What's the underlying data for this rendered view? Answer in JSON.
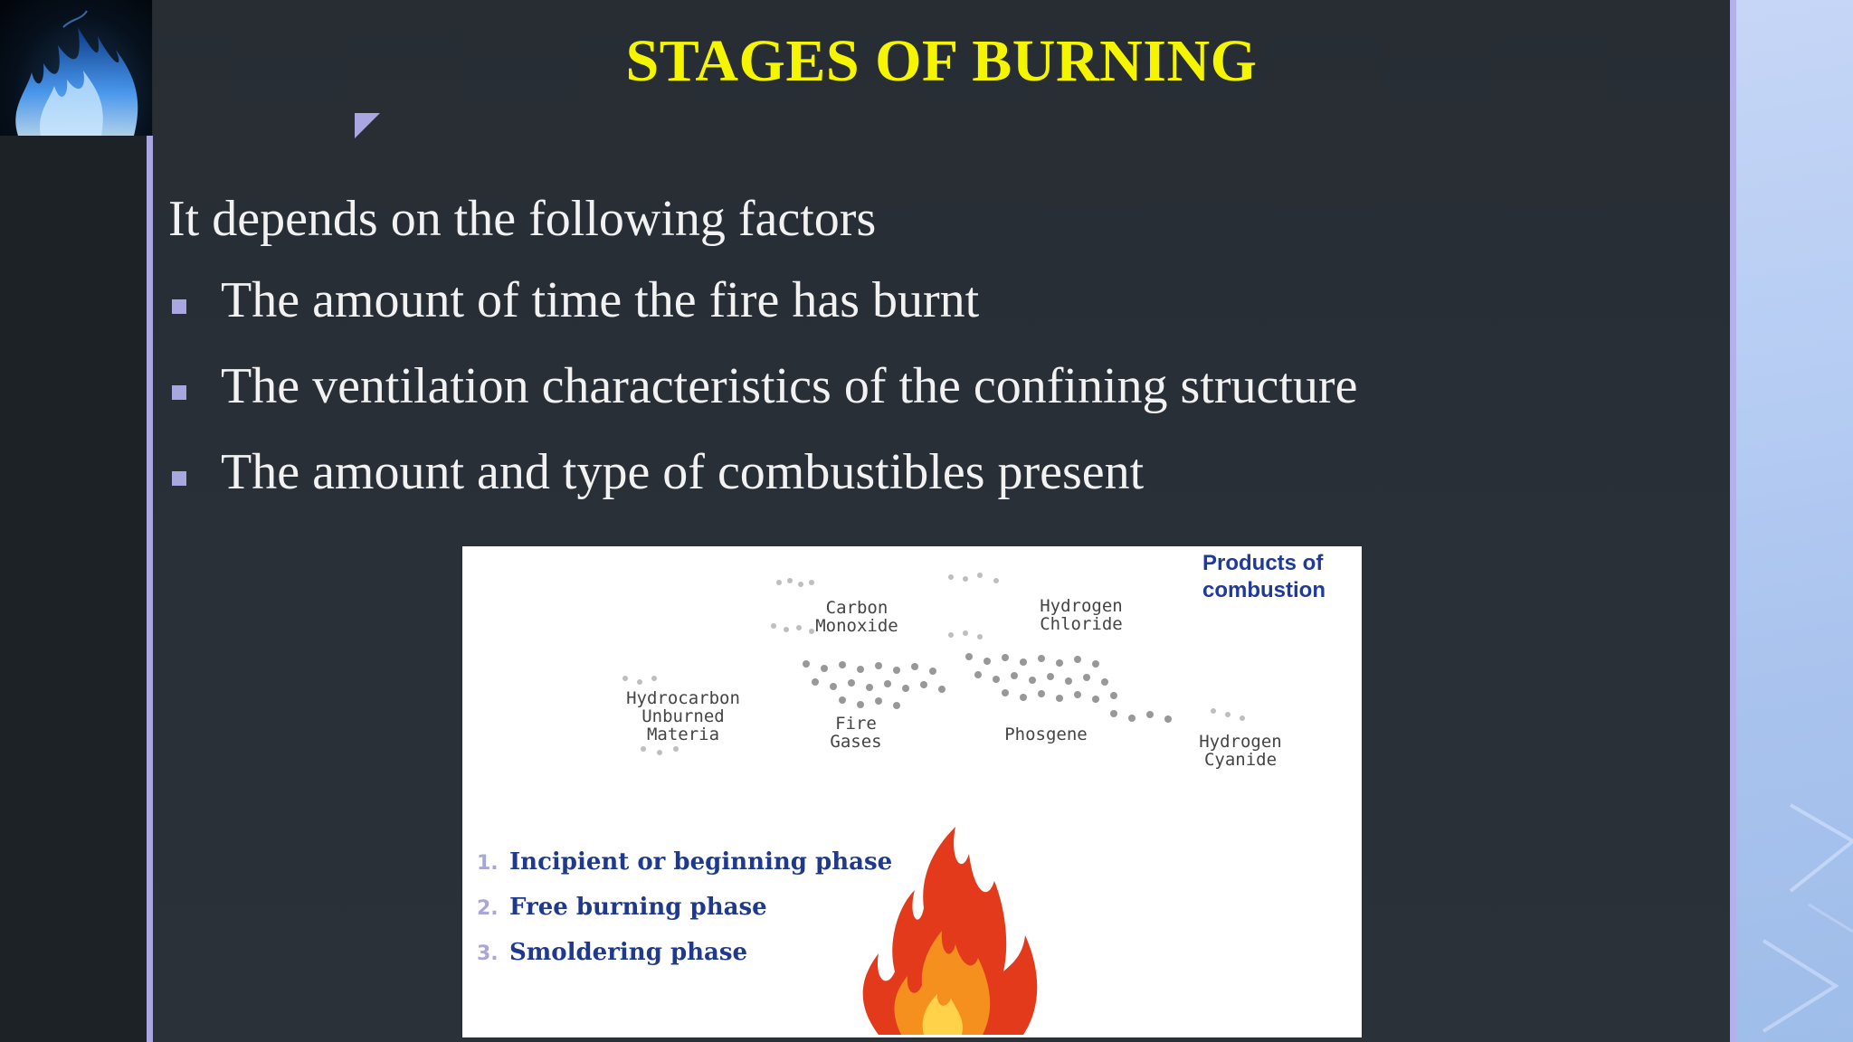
{
  "slide": {
    "title": "STAGES OF BURNING",
    "intro": "It depends on the following factors",
    "bullets": [
      "The amount of time the fire has burnt",
      "The ventilation characteristics of the confining structure",
      "The amount and type of combustibles present"
    ]
  },
  "figure": {
    "products_label": "Products of combustion",
    "gases": [
      "Carbon\nMonoxide",
      "Hydrogen\nChloride",
      "Hydrocarbon\nUnburned\nMateria",
      "Fire\nGases",
      "Phosgene",
      "Hydrogen\nCyanide"
    ],
    "phases": [
      {
        "number": "1.",
        "label": "Incipient or beginning phase"
      },
      {
        "number": "2.",
        "label": "Free burning phase"
      },
      {
        "number": "3.",
        "label": "Smoldering phase"
      }
    ]
  },
  "colors": {
    "title": "#f5f500",
    "accent": "#a9a6e0",
    "body_text": "#f2f2f2",
    "phase_text": "#1f3a8c",
    "background": "#272d33"
  },
  "icons": {
    "thumbnail": "blue-flame-image",
    "decoration": "corner-arrow-icon",
    "bullet": "square-bullet-icon",
    "figure_art": "fire-flame-illustration"
  }
}
